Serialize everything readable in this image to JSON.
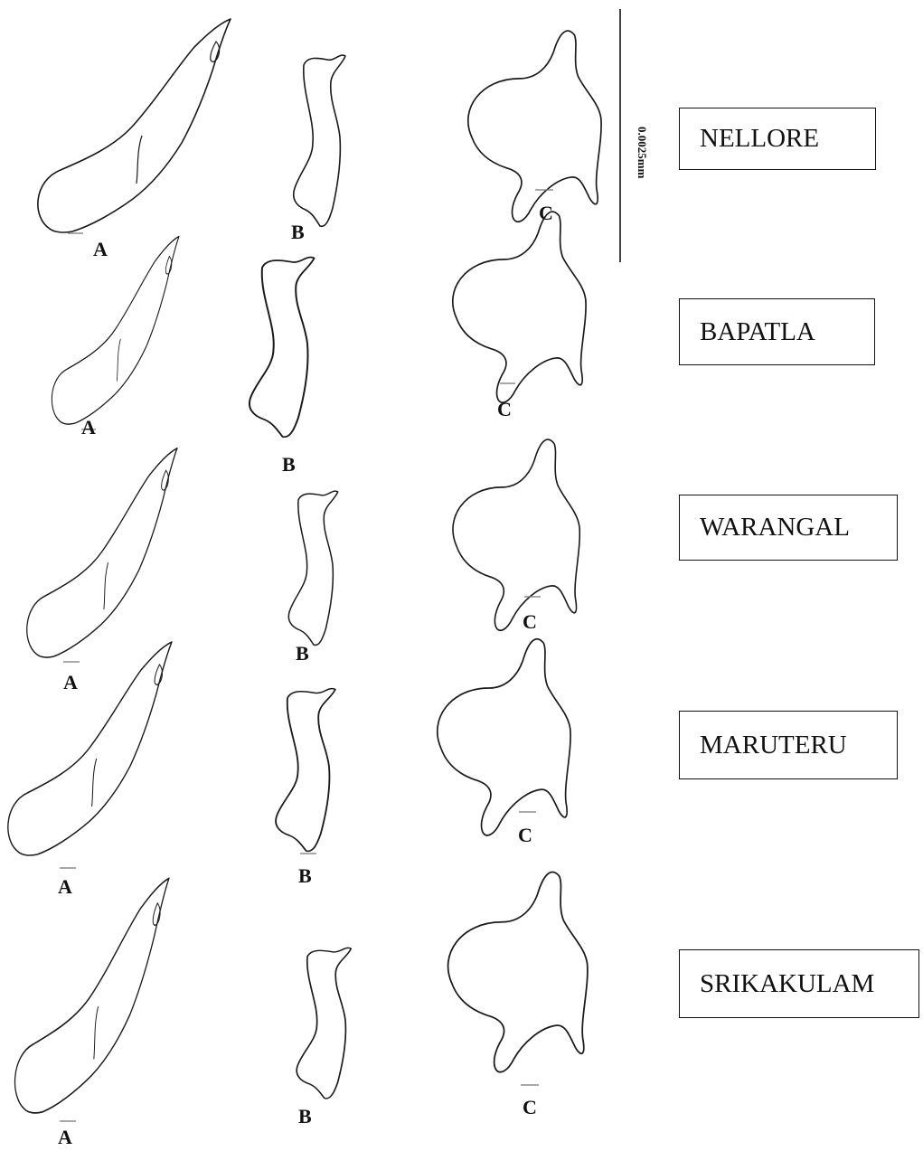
{
  "scale_bar": {
    "label": "0.0025mm"
  },
  "rows": [
    {
      "location": "NELLORE",
      "labels": {
        "A": "A",
        "B": "B",
        "C": "C"
      }
    },
    {
      "location": "BAPATLA",
      "labels": {
        "A": "A",
        "B": "B",
        "C": "C"
      }
    },
    {
      "location": "WARANGAL",
      "labels": {
        "A": "A",
        "B": "B",
        "C": "C"
      }
    },
    {
      "location": "MARUTERU",
      "labels": {
        "A": "A",
        "B": "B",
        "C": "C"
      }
    },
    {
      "location": "SRIKAKULAM",
      "labels": {
        "A": "A",
        "B": "B",
        "C": "C"
      }
    }
  ]
}
